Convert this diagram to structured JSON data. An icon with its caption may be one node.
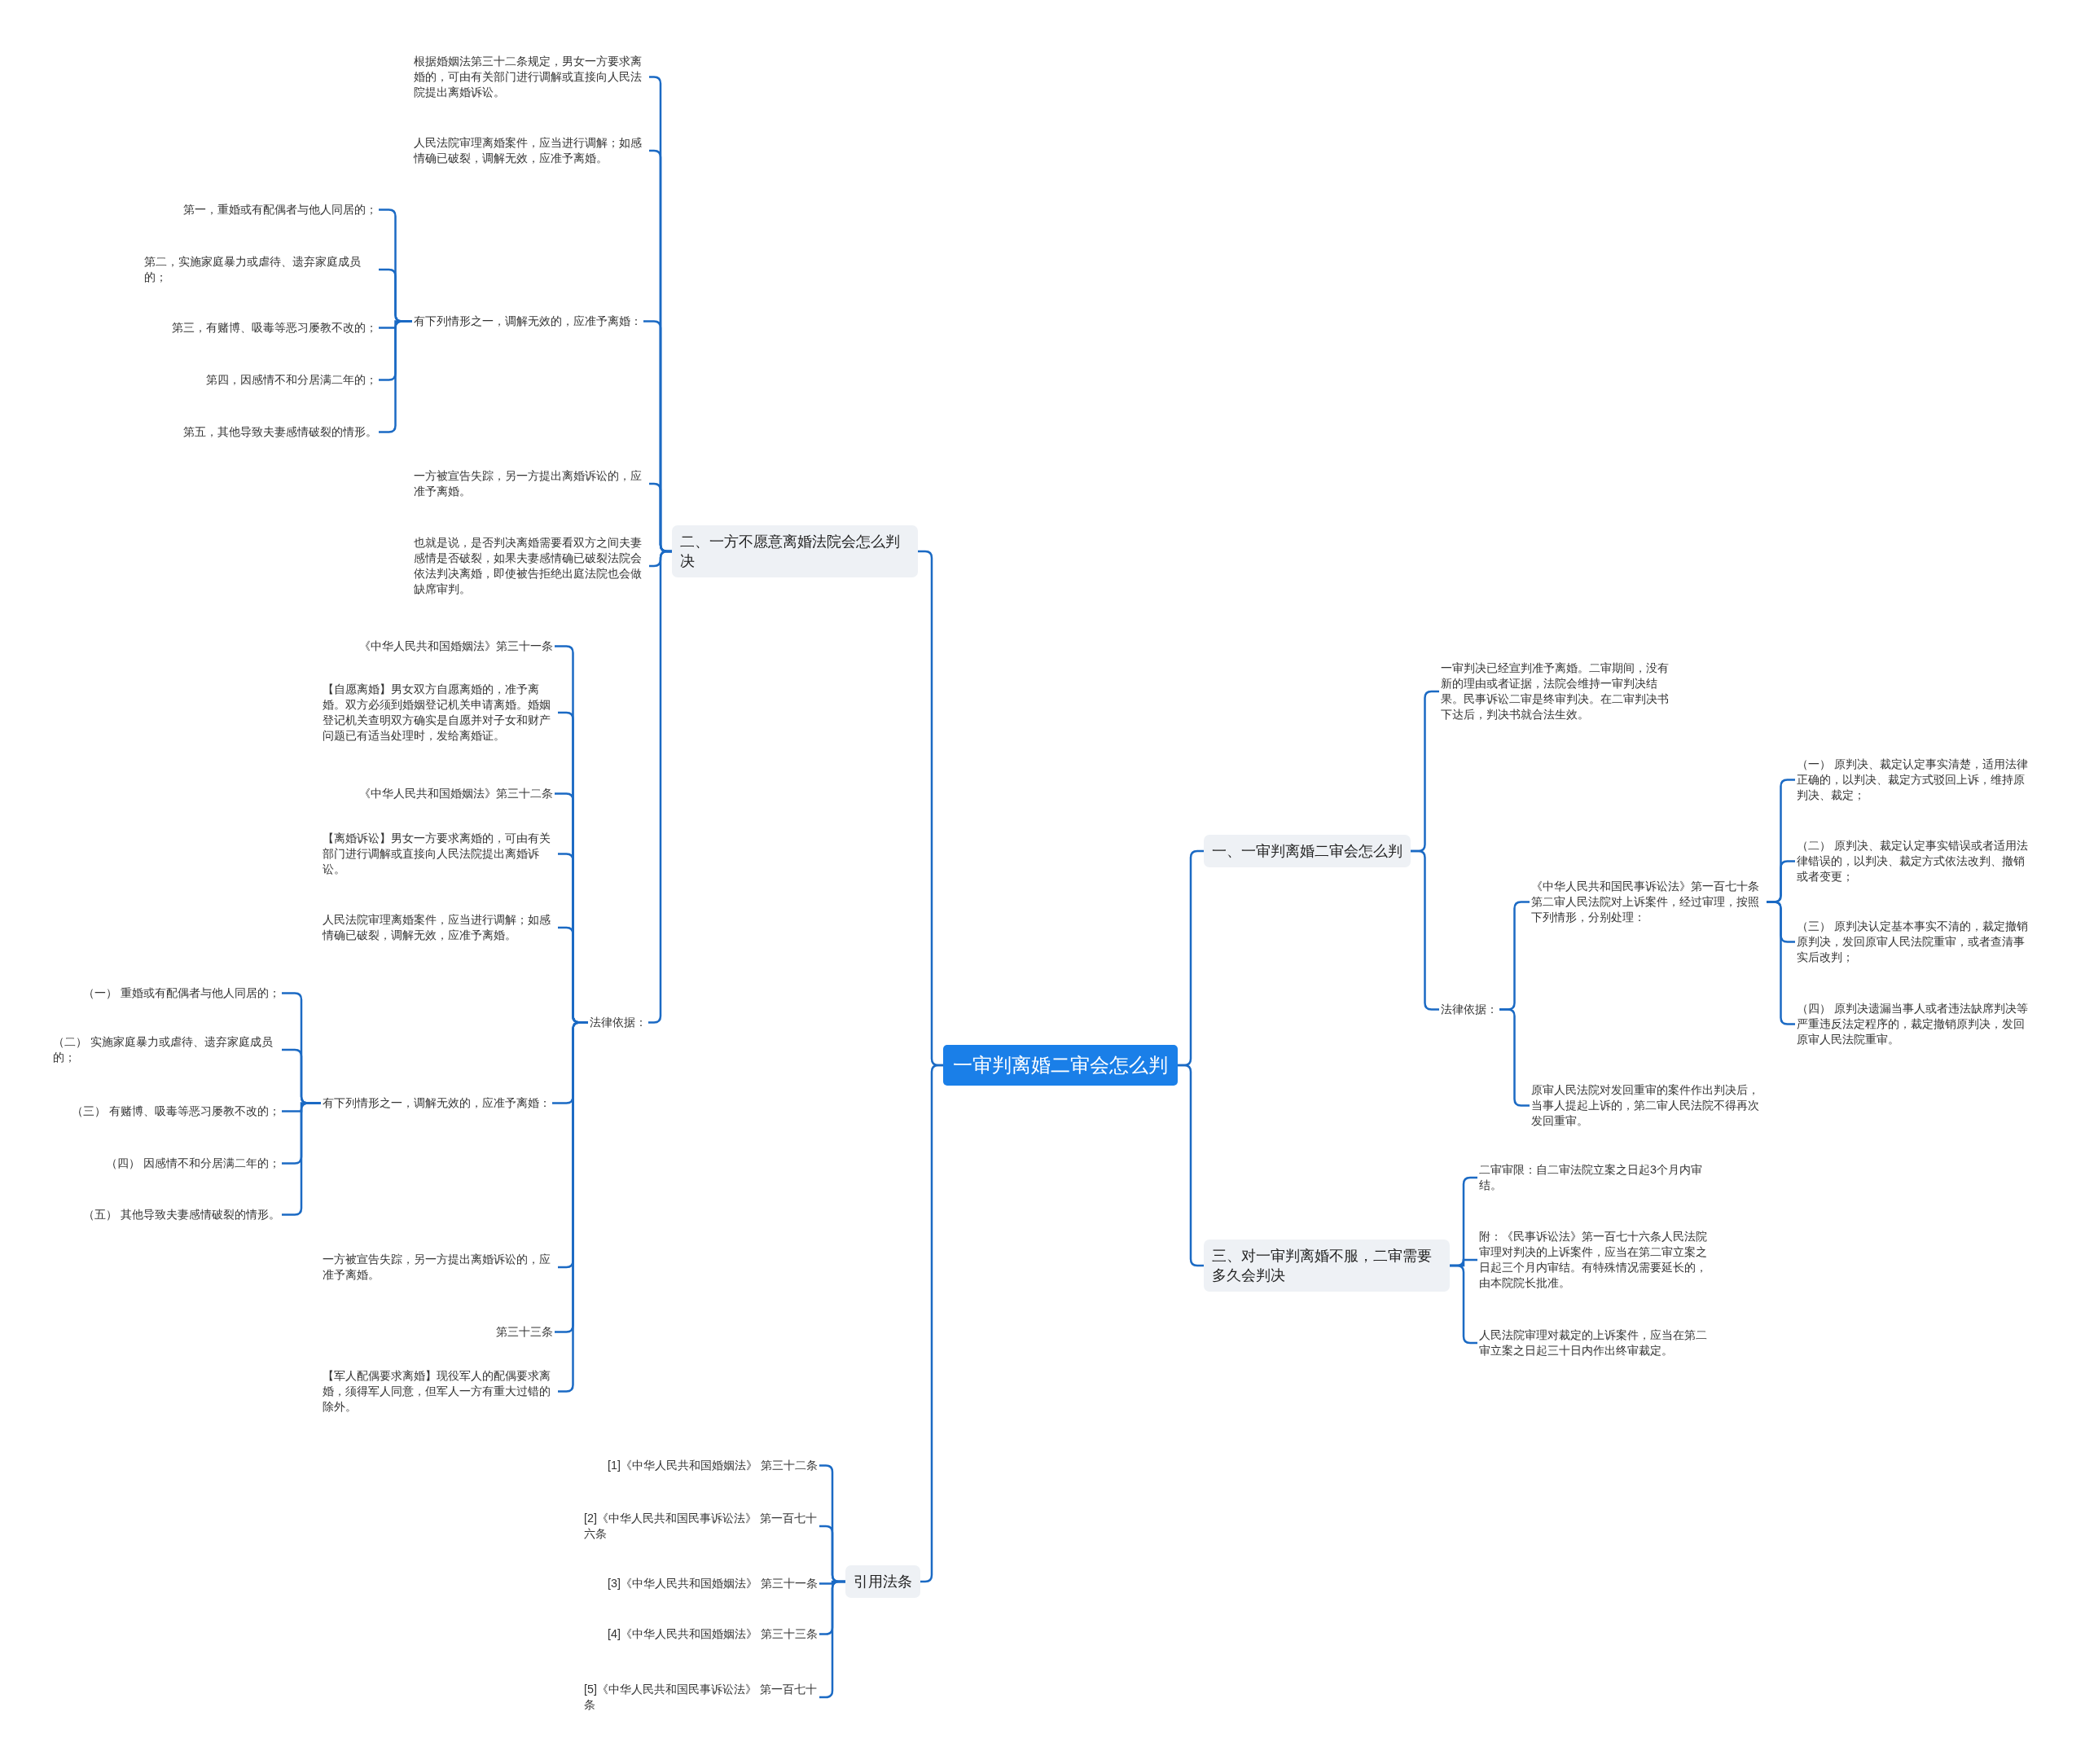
{
  "diagram": {
    "nodes": [
      {
        "text": [
          "一审判离婚二审会怎么判"
        ]
      },
      {
        "text": [
          "二、一方不愿意离婚法院会怎么判决"
        ]
      },
      {
        "text": [
          "根据婚姻法第三十二条规定，男女一方要求离婚的，可由有关部门进行调解或直接向人民法院提出离婚诉讼。"
        ]
      },
      {
        "text": [
          "人民法院审理离婚案件，应当进行调解；如感情确已破裂，调解无效，应准予离婚。"
        ]
      },
      {
        "text": [
          "有下列情形之一，调解无效的，应准予离婚："
        ]
      },
      {
        "text": [
          "第一，重婚或有配偶者与他人同居的；"
        ]
      },
      {
        "text": [
          "第二，实施家庭暴力或虐待、遗弃家庭成员的；"
        ]
      },
      {
        "text": [
          "第三，有赌博、吸毒等恶习屡教不改的；"
        ]
      },
      {
        "text": [
          "第四，因感情不和分居满二年的；"
        ]
      },
      {
        "text": [
          "第五，其他导致夫妻感情破裂的情形。"
        ]
      },
      {
        "text": [
          "一方被宣告失踪，另一方提出离婚诉讼的，应准予离婚。"
        ]
      },
      {
        "text": [
          "也就是说，是否判决离婚需要看双方之间夫妻感情是否破裂，如果夫妻感情确已破裂法院会依法判决离婚，即使被告拒绝出庭法院也会做缺席审判。"
        ]
      },
      {
        "text": [
          "法律依据："
        ]
      },
      {
        "text": [
          "《中华人民共和国婚姻法》第三十一条"
        ]
      },
      {
        "text": [
          "【自愿离婚】男女双方自愿离婚的，准予离婚。双方必须到婚姻登记机关申请离婚。婚姻登记机关查明双方确实是自愿并对子女和财产问题已有适当处理时，发给离婚证。"
        ]
      },
      {
        "text": [
          "《中华人民共和国婚姻法》第三十二条"
        ]
      },
      {
        "text": [
          "【离婚诉讼】男女一方要求离婚的，可由有关部门进行调解或直接向人民法院提出离婚诉讼。"
        ]
      },
      {
        "text": [
          "人民法院审理离婚案件，应当进行调解；如感情确已破裂，调解无效，应准予离婚。"
        ]
      },
      {
        "text": [
          "有下列情形之一，调解无效的，应准予离婚："
        ]
      },
      {
        "text": [
          "（一） 重婚或有配偶者与他人同居的；"
        ]
      },
      {
        "text": [
          "（二） 实施家庭暴力或虐待、遗弃家庭成员的；"
        ]
      },
      {
        "text": [
          "（三） 有赌博、吸毒等恶习屡教不改的；"
        ]
      },
      {
        "text": [
          "（四） 因感情不和分居满二年的；"
        ]
      },
      {
        "text": [
          "（五） 其他导致夫妻感情破裂的情形。"
        ]
      },
      {
        "text": [
          "一方被宣告失踪，另一方提出离婚诉讼的，应准予离婚。"
        ]
      },
      {
        "text": [
          "第三十三条"
        ]
      },
      {
        "text": [
          "【军人配偶要求离婚】现役军人的配偶要求离婚，须得军人同意，但军人一方有重大过错的除外。"
        ]
      },
      {
        "text": [
          "引用法条"
        ]
      },
      {
        "text": [
          "[1]《中华人民共和国婚姻法》 第三十二条"
        ]
      },
      {
        "text": [
          "[2]《中华人民共和国民事诉讼法》 第一百七十六条"
        ]
      },
      {
        "text": [
          "[3]《中华人民共和国婚姻法》 第三十一条"
        ]
      },
      {
        "text": [
          "[4]《中华人民共和国婚姻法》 第三十三条"
        ]
      },
      {
        "text": [
          "[5]《中华人民共和国民事诉讼法》 第一百七十条"
        ]
      },
      {
        "text": [
          "一、一审判离婚二审会怎么判"
        ]
      },
      {
        "text": [
          "一审判决已经宣判准予离婚。二审期间，没有新的理由或者证据，法院会维持一审判决结果。民事诉讼二审是终审判决。在二审判决书下达后，判决书就合法生效。"
        ]
      },
      {
        "text": [
          "法律依据："
        ]
      },
      {
        "text": [
          "《中华人民共和国民事诉讼法》第一百七十条第二审人民法院对上诉案件，经过审理，按照下列情形，分别处理："
        ]
      },
      {
        "text": [
          "（一） 原判决、裁定认定事实清楚，适用法律正确的，以判决、裁定方式驳回上诉，维持原判决、裁定；"
        ]
      },
      {
        "text": [
          "（二） 原判决、裁定认定事实错误或者适用法律错误的，以判决、裁定方式依法改判、撤销或者变更；"
        ]
      },
      {
        "text": [
          "（三） 原判决认定基本事实不清的，裁定撤销原判决，发回原审人民法院重审，或者查清事实后改判；"
        ]
      },
      {
        "text": [
          "（四） 原判决遗漏当事人或者违法缺席判决等严重违反法定程序的，裁定撤销原判决，发回原审人民法院重审。"
        ]
      },
      {
        "text": [
          "原审人民法院对发回重审的案件作出判决后，当事人提起上诉的，第二审人民法院不得再次发回重审。"
        ]
      },
      {
        "text": [
          "三、对一审判离婚不服，二审需要多久会判决"
        ]
      },
      {
        "text": [
          "二审审限：自二审法院立案之日起3个月内审结。"
        ]
      },
      {
        "text": [
          "附：《民事诉讼法》第一百七十六条人民法院审理对判决的上诉案件，应当在第二审立案之日起三个月内审结。有特殊情况需要延长的，由本院院长批准。"
        ]
      },
      {
        "text": [
          "人民法院审理对裁定的上诉案件，应当在第二审立案之日起三十日内作出终审裁定。"
        ]
      }
    ],
    "edges": [
      {
        "from": 0,
        "to": 1,
        "arrow": "none"
      },
      {
        "from": 1,
        "to": 2,
        "arrow": "none"
      },
      {
        "from": 1,
        "to": 3,
        "arrow": "none"
      },
      {
        "from": 1,
        "to": 4,
        "arrow": "none"
      },
      {
        "from": 4,
        "to": 5,
        "arrow": "none"
      },
      {
        "from": 4,
        "to": 6,
        "arrow": "none"
      },
      {
        "from": 4,
        "to": 7,
        "arrow": "none"
      },
      {
        "from": 4,
        "to": 8,
        "arrow": "none"
      },
      {
        "from": 4,
        "to": 9,
        "arrow": "none"
      },
      {
        "from": 1,
        "to": 10,
        "arrow": "none"
      },
      {
        "from": 1,
        "to": 11,
        "arrow": "none"
      },
      {
        "from": 1,
        "to": 12,
        "arrow": "none"
      },
      {
        "from": 12,
        "to": 13,
        "arrow": "none"
      },
      {
        "from": 12,
        "to": 14,
        "arrow": "none"
      },
      {
        "from": 12,
        "to": 15,
        "arrow": "none"
      },
      {
        "from": 12,
        "to": 16,
        "arrow": "none"
      },
      {
        "from": 12,
        "to": 17,
        "arrow": "none"
      },
      {
        "from": 12,
        "to": 18,
        "arrow": "none"
      },
      {
        "from": 18,
        "to": 19,
        "arrow": "none"
      },
      {
        "from": 18,
        "to": 20,
        "arrow": "none"
      },
      {
        "from": 18,
        "to": 21,
        "arrow": "none"
      },
      {
        "from": 18,
        "to": 22,
        "arrow": "none"
      },
      {
        "from": 18,
        "to": 23,
        "arrow": "none"
      },
      {
        "from": 12,
        "to": 24,
        "arrow": "none"
      },
      {
        "from": 12,
        "to": 25,
        "arrow": "none"
      },
      {
        "from": 12,
        "to": 26,
        "arrow": "none"
      },
      {
        "from": 0,
        "to": 27,
        "arrow": "none"
      },
      {
        "from": 27,
        "to": 28,
        "arrow": "none"
      },
      {
        "from": 27,
        "to": 29,
        "arrow": "none"
      },
      {
        "from": 27,
        "to": 30,
        "arrow": "none"
      },
      {
        "from": 27,
        "to": 31,
        "arrow": "none"
      },
      {
        "from": 27,
        "to": 32,
        "arrow": "none"
      },
      {
        "from": 0,
        "to": 33,
        "arrow": "none"
      },
      {
        "from": 33,
        "to": 34,
        "arrow": "none"
      },
      {
        "from": 33,
        "to": 35,
        "arrow": "none"
      },
      {
        "from": 35,
        "to": 36,
        "arrow": "none"
      },
      {
        "from": 36,
        "to": 37,
        "arrow": "none"
      },
      {
        "from": 36,
        "to": 38,
        "arrow": "none"
      },
      {
        "from": 36,
        "to": 39,
        "arrow": "none"
      },
      {
        "from": 36,
        "to": 40,
        "arrow": "none"
      },
      {
        "from": 35,
        "to": 41,
        "arrow": "none"
      },
      {
        "from": 0,
        "to": 42,
        "arrow": "none"
      },
      {
        "from": 42,
        "to": 43,
        "arrow": "none"
      },
      {
        "from": 42,
        "to": 44,
        "arrow": "none"
      },
      {
        "from": 42,
        "to": 45,
        "arrow": "none"
      }
    ]
  }
}
